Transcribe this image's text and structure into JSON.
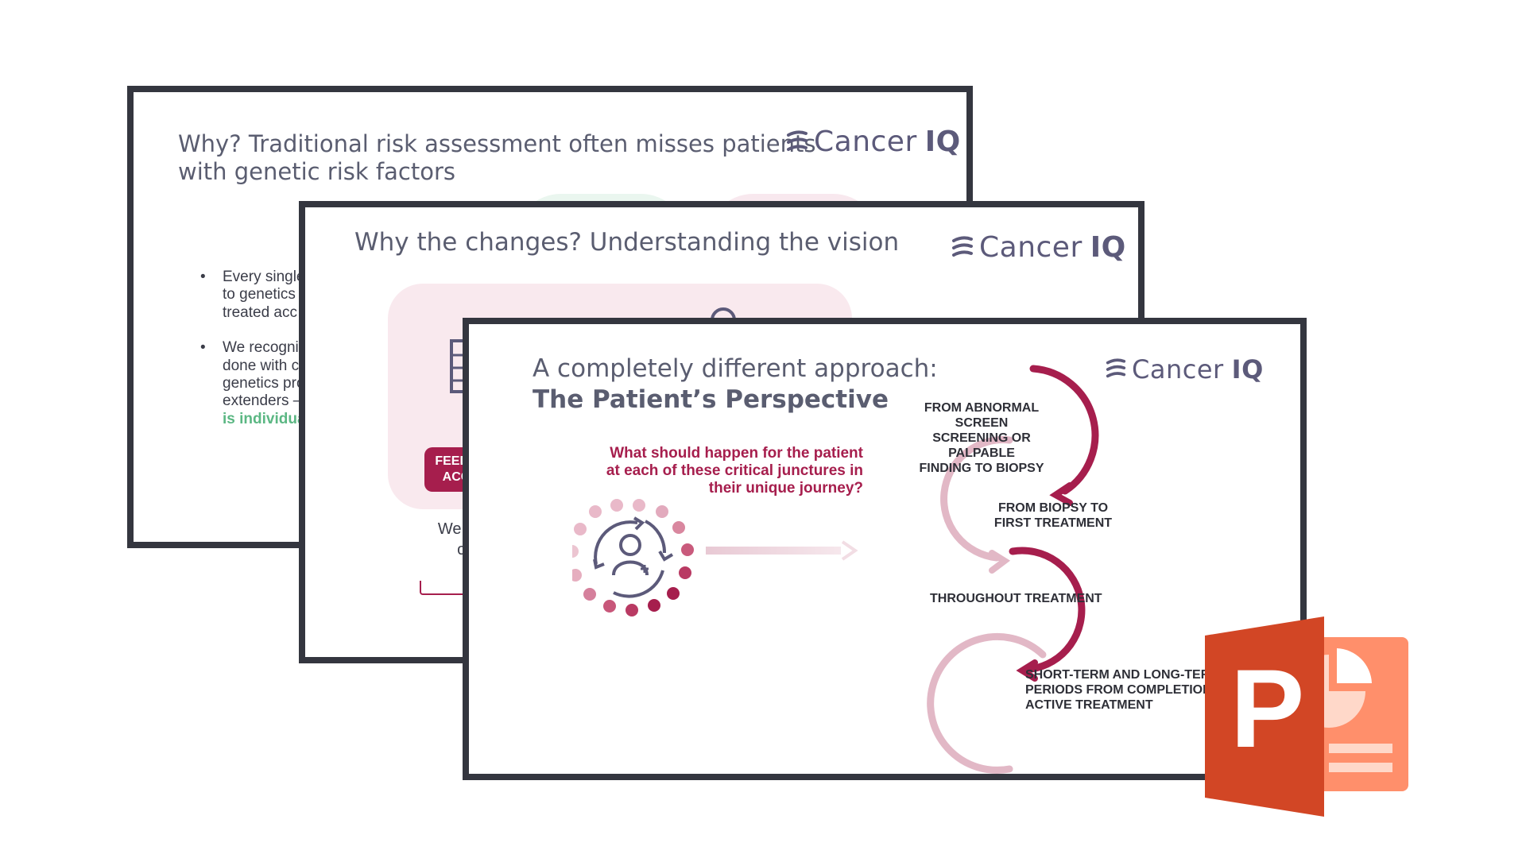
{
  "slides": [
    {
      "title_line1": "Why? Traditional risk assessment often misses patients",
      "title_line2": "with genetic risk factors",
      "logo_text": "Cancer",
      "logo_bold": "IQ",
      "bullets": [
        {
          "dot": "•",
          "lines": [
            "Every single",
            "to genetics",
            "treated acc"
          ]
        },
        {
          "dot": "•",
          "lines": [
            "We recogniz",
            "done with c",
            "genetics pro",
            "extenders –"
          ],
          "highlight": "is individua"
        }
      ]
    },
    {
      "title": "Why the changes? Understanding the vision",
      "logo_text": "Cancer",
      "logo_bold": "IQ",
      "button_lines": [
        "FEEDE",
        "ACC"
      ],
      "body_lines": [
        "We sp",
        "out"
      ]
    },
    {
      "title_line1": "A completely different approach:",
      "title_line2": "The Patient’s Perspective",
      "logo_text": "Cancer",
      "logo_bold": "IQ",
      "question_lines": [
        "What should happen for the patient",
        "at each of these critical junctures in",
        "their unique journey?"
      ],
      "steps": [
        {
          "lines": [
            "FROM ABNORMAL SCREEN",
            "SCREENING OR PALPABLE",
            "FINDING TO BIOPSY"
          ]
        },
        {
          "lines": [
            "FROM BIOPSY TO",
            "FIRST TREATMENT"
          ]
        },
        {
          "lines": [
            "THROUGHOUT TREATMENT"
          ]
        },
        {
          "lines": [
            "SHORT-TERM AND LONG-TERM",
            "PERIODS FROM COMPLETION OF",
            "ACTIVE TREATMENT"
          ]
        }
      ]
    }
  ],
  "app_icon": {
    "letter": "P",
    "name": "powerpoint-icon"
  },
  "colors": {
    "accent": "#a61e4d",
    "accent_light": "#e2b8c6",
    "green": "#5bb783",
    "frame": "#34363f",
    "powerpoint_dark": "#d24625",
    "powerpoint_light": "#ff8f6b"
  }
}
